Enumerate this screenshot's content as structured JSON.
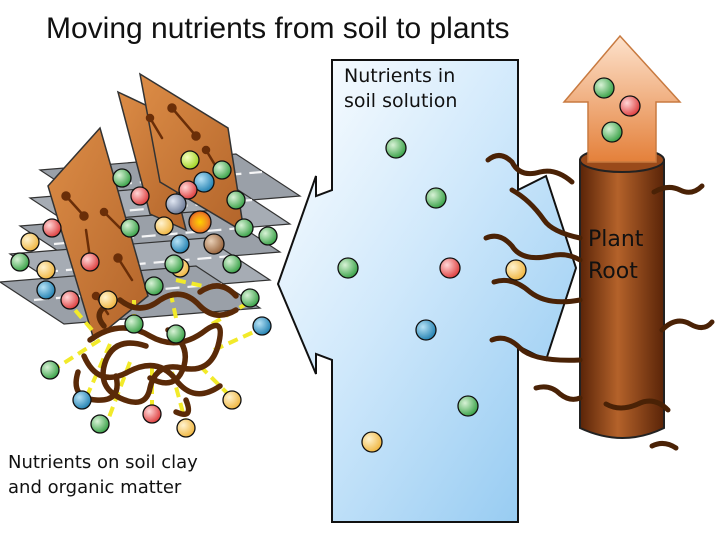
{
  "title": "Moving nutrients from soil to plants",
  "labels": {
    "soil_solution": [
      "Nutrients in",
      "soil solution"
    ],
    "plant_root": [
      "Plant",
      "Root"
    ],
    "soil_clay": [
      "Nutrients on soil clay",
      "and organic matter"
    ]
  },
  "colors": {
    "solution_blue": "#bfe0f8",
    "root_brown": "#7a3a12",
    "clay_orange": "#d2823e",
    "organic_matter": "#5a2a08",
    "bond_yellow": "#f2ea2a",
    "arrow_peach": "#f2a26a",
    "nutrient_green": "#4caf50",
    "nutrient_red": "#e84848",
    "nutrient_yellow": "#f3c24a",
    "nutrient_blue": "#2f8fbf"
  },
  "icons": [
    "clay-particle",
    "organic-matter-tangle",
    "nutrient-ion",
    "root-hair",
    "upward-arrow"
  ]
}
